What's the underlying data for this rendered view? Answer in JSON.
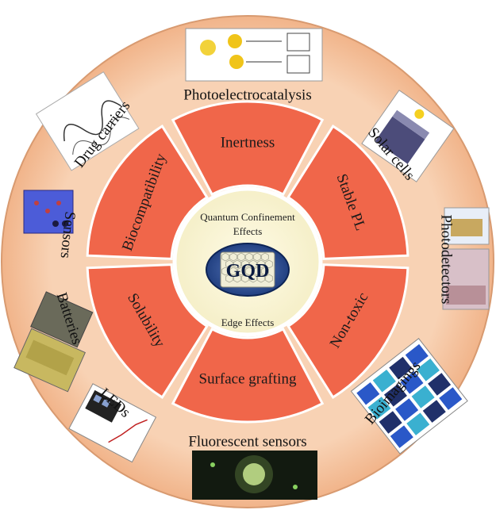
{
  "center": {
    "title": "GQD",
    "top_text_line1": "Quantum Confinement",
    "top_text_line2": "Effects",
    "bottom_text": "Edge Effects"
  },
  "properties": [
    {
      "label": "Inertness"
    },
    {
      "label": "Stable PL"
    },
    {
      "label": "Non-toxic"
    },
    {
      "label": "Surface grafting"
    },
    {
      "label": "Solubility"
    },
    {
      "label": "Biocompatibility"
    }
  ],
  "applications": [
    {
      "label": "Photoelectrocatalysis"
    },
    {
      "label": "Solar cells"
    },
    {
      "label": "Photodetectors"
    },
    {
      "label": "Bioimagings"
    },
    {
      "label": "Fluorescent sensors"
    },
    {
      "label": "LEDs"
    },
    {
      "label": "Batteries"
    },
    {
      "label": "Sensors"
    },
    {
      "label": "Drug carriers"
    }
  ],
  "colors": {
    "outer_ring": "#f6c8a8",
    "segment": "#f0664a",
    "core": "#fbf6d8",
    "gqd_ellipse": "#1c3f86"
  }
}
